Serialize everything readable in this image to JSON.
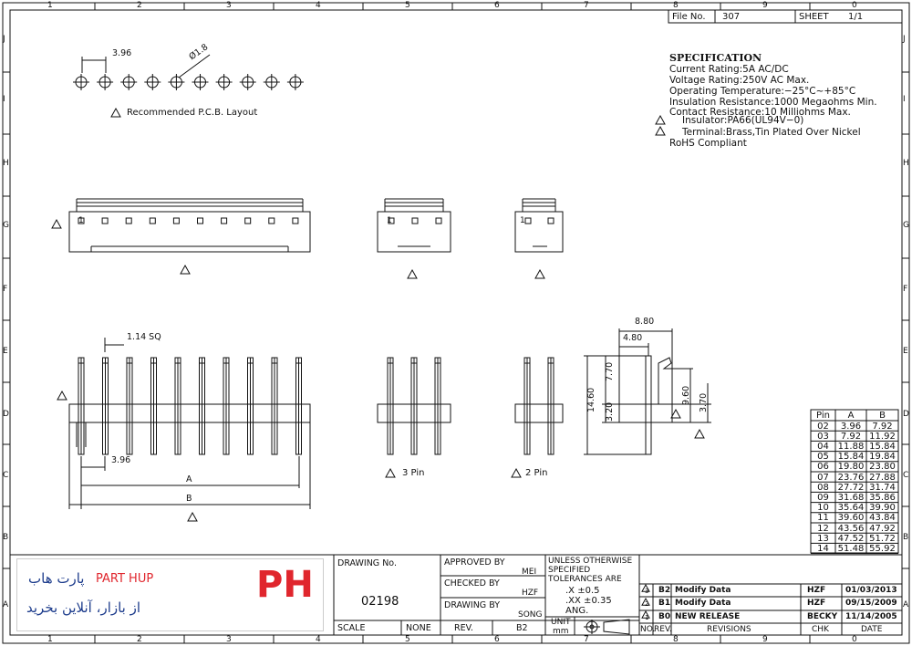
{
  "header": {
    "file_label": "File No.",
    "file_no": "307",
    "sheet_label": "SHEET",
    "sheet_value": "1/1"
  },
  "grid": {
    "cols": [
      "1",
      "2",
      "3",
      "4",
      "5",
      "6",
      "7",
      "8",
      "9",
      "0"
    ],
    "rows": [
      "J",
      "I",
      "H",
      "G",
      "F",
      "E",
      "D",
      "C",
      "B",
      "A"
    ]
  },
  "pcb": {
    "pitch": "3.96",
    "hole": "Ø1.8",
    "caption": "Recommended P.C.B. Layout"
  },
  "spec": {
    "title": "SPECIFICATION",
    "lines": [
      "Current Rating:5A AC/DC",
      "Voltage Rating:250V AC Max.",
      "Operating Temperature:−25°C~+85°C",
      "Insulation Resistance:1000 Megaohms Min.",
      "Contact Resistance:10 Milliohms Max.",
      "Insulator:PA66(UL94V−0)",
      "Terminal:Brass,Tin Plated Over Nickel",
      "RoHS Compliant"
    ]
  },
  "views": {
    "pin1_label": "1",
    "dim_sq": "1.14 SQ",
    "dim_pitch": "3.96",
    "dim_a": "A",
    "dim_b": "B",
    "label_3pin": "3 Pin",
    "label_2pin": "2 Pin",
    "dim_880": "8.80",
    "dim_480": "4.80",
    "dim_1460": "14.60",
    "dim_770": "7.70",
    "dim_320": "3.20",
    "dim_960": "9.60",
    "dim_370": "3.70"
  },
  "pin_table": {
    "headers": [
      "Pin",
      "A",
      "B"
    ],
    "rows": [
      [
        "02",
        "3.96",
        "7.92"
      ],
      [
        "03",
        "7.92",
        "11.92"
      ],
      [
        "04",
        "11.88",
        "15.84"
      ],
      [
        "05",
        "15.84",
        "19.84"
      ],
      [
        "06",
        "19.80",
        "23.80"
      ],
      [
        "07",
        "23.76",
        "27.88"
      ],
      [
        "08",
        "27.72",
        "31.74"
      ],
      [
        "09",
        "31.68",
        "35.86"
      ],
      [
        "10",
        "35.64",
        "39.90"
      ],
      [
        "11",
        "39.60",
        "43.84"
      ],
      [
        "12",
        "43.56",
        "47.92"
      ],
      [
        "13",
        "47.52",
        "51.72"
      ],
      [
        "14",
        "51.48",
        "55.92"
      ]
    ]
  },
  "logo": {
    "brand": "PART HUP",
    "brand_fa": "پارت هاب",
    "tagline": "از بازار، آنلاین بخرید",
    "mark": "PH",
    "colors": {
      "red": "#e0262d",
      "blue": "#1d3c8c"
    }
  },
  "title_block": {
    "drawing_no_label": "DRAWING No.",
    "drawing_no": "02198",
    "scale_label": "SCALE",
    "scale_value": "NONE",
    "approved_label": "APPROVED BY",
    "approved_by": "MEI",
    "checked_label": "CHECKED BY",
    "checked_by": "HZF",
    "drawing_by_label": "DRAWING BY",
    "drawing_by": "SONG",
    "rev_label": "REV.",
    "rev_value": "B2",
    "tol_line1": "UNLESS OTHERWISE",
    "tol_line2": "SPECIFIED",
    "tol_line3": "TOLERANCES ARE",
    "tol_x": ".X  ±0.5",
    "tol_xx": ".XX  ±0.35",
    "tol_ang": "ANG.",
    "unit_label": "UNIT",
    "unit_value": "mm",
    "revisions": [
      {
        "mark": "3",
        "rev": "B2",
        "desc": "Modify Data",
        "chk": "HZF",
        "date": "01/03/2013"
      },
      {
        "mark": "2",
        "rev": "B1",
        "desc": "Modify Data",
        "chk": "HZF",
        "date": "09/15/2009"
      },
      {
        "mark": "1",
        "rev": "B0",
        "desc": "NEW RELEASE",
        "chk": "BECKY",
        "date": "11/14/2005"
      }
    ],
    "rev_headers": {
      "no": "NO.",
      "rev": "REV.",
      "revisions": "REVISIONS",
      "chk": "CHK",
      "date": "DATE"
    }
  }
}
